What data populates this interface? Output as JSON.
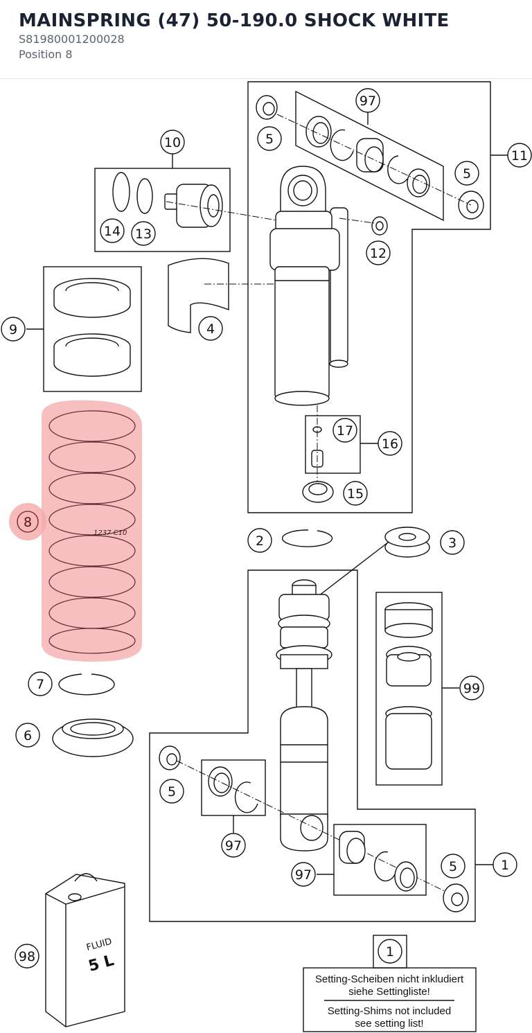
{
  "header": {
    "title": "MAINSPRING (47) 50-190.0 SHOCK WHITE",
    "part_number": "S81980001200028",
    "position": "Position 8"
  },
  "diagram": {
    "callouts": {
      "c97_top": "97",
      "c5_topleft": "5",
      "c11": "11",
      "c5_topright": "5",
      "c10": "10",
      "c14": "14",
      "c13": "13",
      "c12": "12",
      "c9": "9",
      "c4": "4",
      "c17": "17",
      "c16": "16",
      "c15": "15",
      "c8": "8",
      "c2": "2",
      "c3": "3",
      "c99": "99",
      "c7": "7",
      "c6": "6",
      "c5_midleft": "5",
      "c97_midleft": "97",
      "c97_bottom": "97",
      "c5_bottomright": "5",
      "c1": "1",
      "c98": "98",
      "c1_note": "1"
    },
    "fluid_label": "FLUID",
    "fluid_volume": "5 L",
    "spring_marking": "1237 C10",
    "note": {
      "line1": "Setting-Scheiben nicht inkludiert",
      "line2": "siehe Settingliste!",
      "line3": "Setting-Shims not included",
      "line4": "see setting list!"
    }
  },
  "colors": {
    "highlight": "#f26d6d",
    "line": "#111111",
    "title": "#1b2233",
    "subtitle": "#5c6370"
  }
}
